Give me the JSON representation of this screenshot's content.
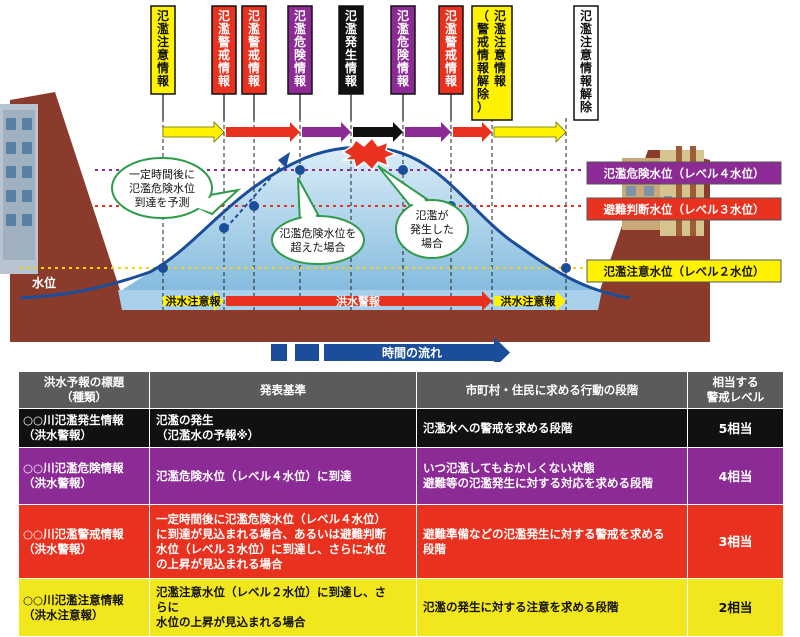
{
  "top_labels": [
    {
      "text": "氾濫注意情報",
      "bg": "#fff200",
      "fg": "#111111"
    },
    {
      "text": "氾濫警戒情報",
      "bg": "#e8321f",
      "fg": "#ffffff"
    },
    {
      "text": "氾濫警戒情報",
      "bg": "#e8321f",
      "fg": "#ffffff"
    },
    {
      "text": "氾濫危険情報",
      "bg": "#8c2a96",
      "fg": "#ffffff"
    },
    {
      "text": "氾濫発生情報",
      "bg": "#111111",
      "fg": "#ffffff"
    },
    {
      "text": "氾濫危険情報",
      "bg": "#8c2a96",
      "fg": "#ffffff"
    },
    {
      "text": "氾濫警戒情報",
      "bg": "#e8321f",
      "fg": "#ffffff"
    },
    {
      "text": "氾濫注意情報",
      "sub": "（警戒情報解除）",
      "bg": "#fff200",
      "fg": "#111111"
    },
    {
      "text": "氾濫注意情報解除",
      "bg": "#ffffff",
      "fg": "#111111"
    }
  ],
  "levels": [
    {
      "label": "氾濫危険水位（レベル４水位）",
      "bg": "#8c2a96",
      "fg": "#ffffff"
    },
    {
      "label": "避難判断水位（レベル３水位）",
      "bg": "#e8321f",
      "fg": "#ffffff"
    },
    {
      "label": "氾濫注意水位（レベル２水位）",
      "bg": "#fff200",
      "fg": "#111111"
    }
  ],
  "callouts": {
    "predict": [
      "一定時間後に",
      "氾濫危険水位",
      "到達を予測"
    ],
    "exceeded": [
      "氾濫危険水位を",
      "超えた場合"
    ],
    "occurred": [
      "氾濫が",
      "発生した",
      "場合"
    ]
  },
  "water_label": "水位",
  "bottom_bars": [
    "洪水注意報",
    "洪水警報",
    "洪水注意報"
  ],
  "time_flow": "時間の流れ",
  "colors": {
    "red": "#e8321f",
    "purple": "#8c2a96",
    "yellow": "#fff200",
    "black": "#111111",
    "blue": "#1b4e9a",
    "ground": "#8b3b2b"
  },
  "table": {
    "headers": [
      [
        "洪水予報の標題",
        "（種類）"
      ],
      [
        "発表基準"
      ],
      [
        "市町村・住民に求める行動の段階"
      ],
      [
        "相当する",
        "警戒レベル"
      ]
    ],
    "rows": [
      {
        "style": "black",
        "name": [
          "○○川氾濫発生情報",
          "（洪水警報）"
        ],
        "criteria": [
          "氾濫の発生",
          "（氾濫水の予報※）"
        ],
        "action": [
          "氾濫水への警戒を求める段階"
        ],
        "level": "5相当"
      },
      {
        "style": "purple",
        "name": [
          "○○川氾濫危険情報",
          "（洪水警報）"
        ],
        "criteria": [
          "氾濫危険水位（レベル４水位）に到達"
        ],
        "action": [
          "いつ氾濫してもおかしくない状態",
          "避難等の氾濫発生に対する対応を求める段階"
        ],
        "level": "4相当"
      },
      {
        "style": "red",
        "name": [
          "○○川氾濫警戒情報",
          "（洪水警報）"
        ],
        "criteria": [
          "一定時間後に氾濫危険水位（レベル４水位）",
          "に到達が見込まれる場合、あるいは避難判断",
          "水位（レベル３水位）に到達し、さらに水位",
          "の上昇が見込まれる場合"
        ],
        "action": [
          "避難準備などの氾濫発生に対する警戒を求める",
          "段階"
        ],
        "level": "3相当"
      },
      {
        "style": "yellow",
        "name": [
          "○○川氾濫注意情報",
          "（洪水注意報）"
        ],
        "criteria": [
          "氾濫注意水位（レベル２水位）に到達し、さ",
          "らに",
          "水位の上昇が見込まれる場合"
        ],
        "action": [
          "氾濫の発生に対する注意を求める段階"
        ],
        "level": "2相当"
      }
    ]
  }
}
